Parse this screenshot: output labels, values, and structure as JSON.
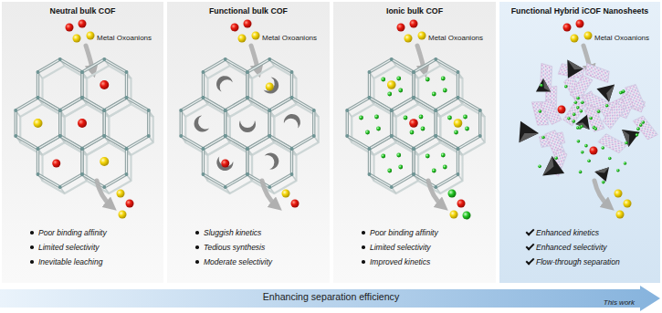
{
  "diagram": {
    "nodes": [
      {
        "text": [
          "Neutral bulk COF",
          "Metal Oxoanions",
          "Poor binding affinity",
          "Limited selectivity",
          "Inevitable leaching"
        ]
      },
      {
        "text": [
          "Functional bulk COF",
          "Metal Oxoanions",
          "Sluggish kinetics",
          "Tedious synthesis",
          "Moderate selectivity"
        ]
      },
      {
        "text": [
          "Ionic bulk COF",
          "Metal Oxoanions",
          "Poor binding affinity",
          "Limited selectivity",
          "Improved kinetics"
        ]
      },
      {
        "text": [
          "Functional Hybrid iCOF Nanosheets",
          "Metal Oxoanions",
          "Enhanced kinetics",
          "Enhanced selectivity",
          "Flow-through separation"
        ]
      },
      {
        "text": [
          "Enhancing separation efficiency",
          "This work"
        ]
      }
    ]
  }
}
